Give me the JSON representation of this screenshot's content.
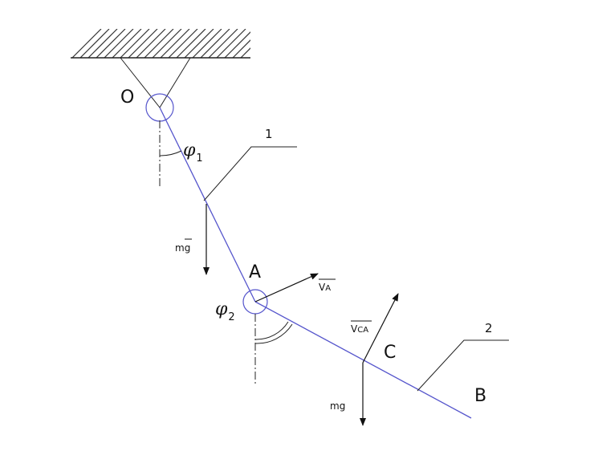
{
  "points": {
    "O": "O",
    "A": "A",
    "B": "B",
    "C": "C"
  },
  "links": {
    "rod1": "1",
    "rod2": "2"
  },
  "angles": {
    "phi_symbol": "φ",
    "phi1_index": "1",
    "phi2_index": "2"
  },
  "forces": {
    "gravity1": "mg",
    "gravity2": "mg"
  },
  "velocities": {
    "va_letter": "V",
    "va_sub": "A",
    "vca_letter": "V",
    "vca_sub": "CA"
  },
  "colors": {
    "rods": "#5555cc",
    "lines": "#222222"
  }
}
